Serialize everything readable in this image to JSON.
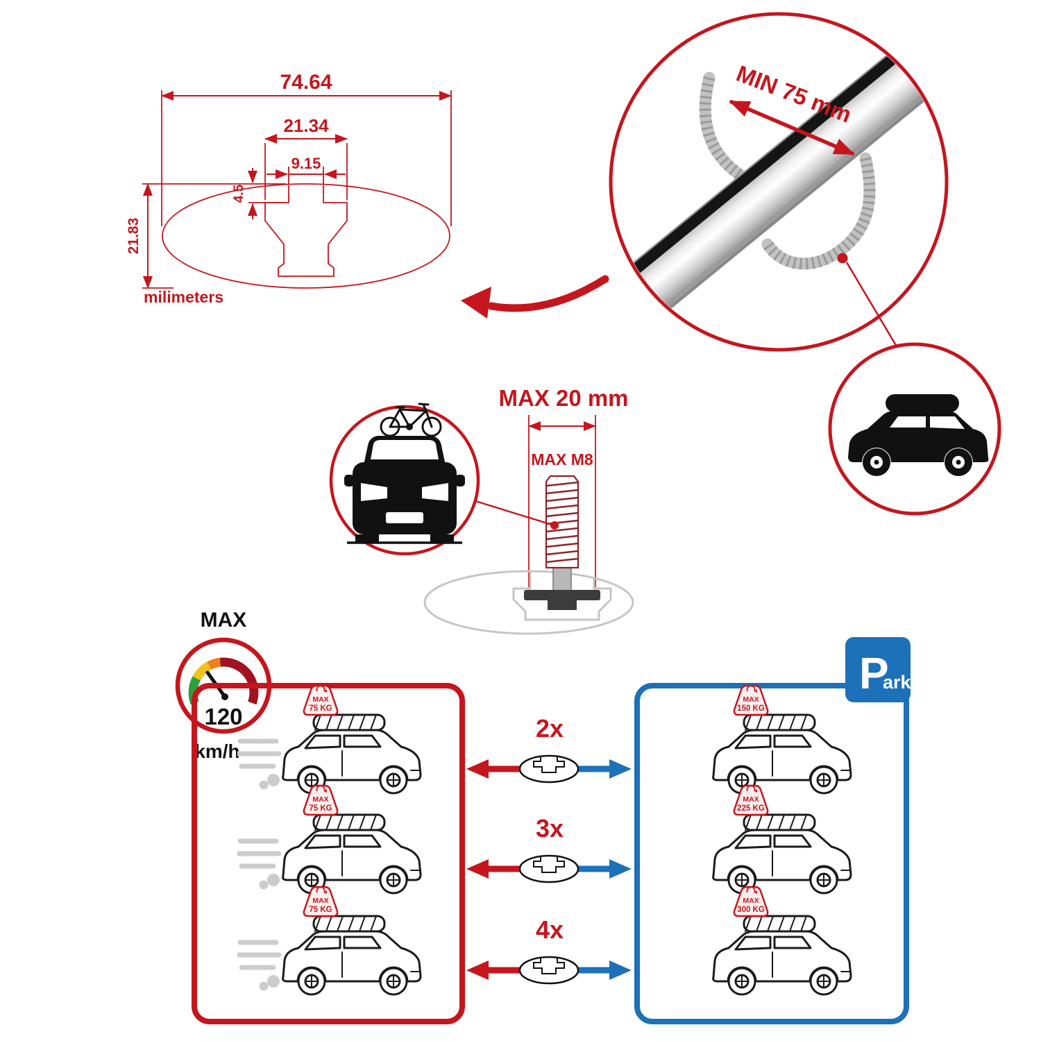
{
  "colors": {
    "red": "#C5161D",
    "blue": "#1D71B8",
    "black": "#111111",
    "gray": "#C6C6C6",
    "gauge_green": "#2f9e3f",
    "gauge_yellow": "#f2c21d",
    "gauge_orange": "#ef7f1b",
    "gauge_red": "#a11320"
  },
  "dimension_drawing": {
    "total_width_mm": "74.64",
    "channel_width_mm": "21.34",
    "slot_width_mm": "9.15",
    "lip_depth_mm": "4.5",
    "total_height_mm": "21.83",
    "units_label": "milimeters"
  },
  "bar_detail": {
    "min_clamp_span_label": "MIN 75 mm"
  },
  "bolt_detail": {
    "max_width_label": "MAX 20 mm",
    "max_thread_label": "MAX M8"
  },
  "speed_limit": {
    "label": "MAX",
    "value": "120",
    "units": "km/h"
  },
  "park_sign": {
    "initial": "P",
    "rest": "ark"
  },
  "comparison": {
    "rows": [
      {
        "multiplier": "2x",
        "left_tag": {
          "line1": "MAX",
          "line2": "75 KG"
        },
        "right_tag": {
          "line1": "MAX",
          "line2": "150 KG"
        }
      },
      {
        "multiplier": "3x",
        "left_tag": {
          "line1": "MAX",
          "line2": "75 KG"
        },
        "right_tag": {
          "line1": "MAX",
          "line2": "225 KG"
        }
      },
      {
        "multiplier": "4x",
        "left_tag": {
          "line1": "MAX",
          "line2": "75 KG"
        },
        "right_tag": {
          "line1": "MAX",
          "line2": "300 KG"
        }
      }
    ]
  }
}
